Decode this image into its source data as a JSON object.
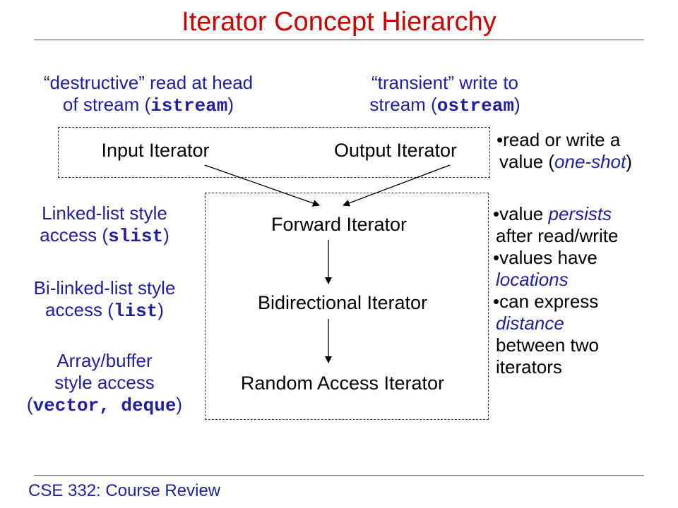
{
  "title": "Iterator Concept Hierarchy",
  "top_left_desc": {
    "line1": "“destructive” read at head",
    "line2_pre": "of stream (",
    "line2_code": "istream",
    "line2_post": ")"
  },
  "top_right_desc": {
    "line1": "“transient” write to",
    "line2_pre": "stream (",
    "line2_code": "ostream",
    "line2_post": ")"
  },
  "nodes": {
    "input": "Input Iterator",
    "output": "Output Iterator",
    "forward": "Forward Iterator",
    "bidirectional": "Bidirectional Iterator",
    "random": "Random Access Iterator"
  },
  "left_descs": {
    "linked": {
      "line1": "Linked-list style",
      "line2_pre": "access (",
      "line2_code": "slist",
      "line2_post": ")"
    },
    "bilinked": {
      "line1": "Bi-linked-list style",
      "line2_pre": "access (",
      "line2_code": "list",
      "line2_post": ")"
    },
    "array": {
      "line1": "Array/buffer",
      "line2": "style access",
      "line3_pre": "(",
      "line3_code1": "vector",
      "line3_sep": ", ",
      "line3_code2": "deque",
      "line3_post": ")"
    }
  },
  "notes_top": {
    "bullet": "•",
    "line1": "read or write a",
    "line2_pre": "value (",
    "line2_em": "one-shot",
    "line2_post": ")"
  },
  "notes_bottom": {
    "b1_line1_pre": "value ",
    "b1_line1_em": "persists",
    "b1_line2": "after read/write",
    "b2_line1": "values have",
    "b2_line2_em": "locations",
    "b3_line1": "can express",
    "b3_line2_em": "distance",
    "b3_line3": "between two",
    "b3_line4": "iterators"
  },
  "footer": "CSE 332: Course Review",
  "colors": {
    "title": "#cc0000",
    "desc": "#1f1fa0",
    "emphasis": "#1f1fa0"
  }
}
